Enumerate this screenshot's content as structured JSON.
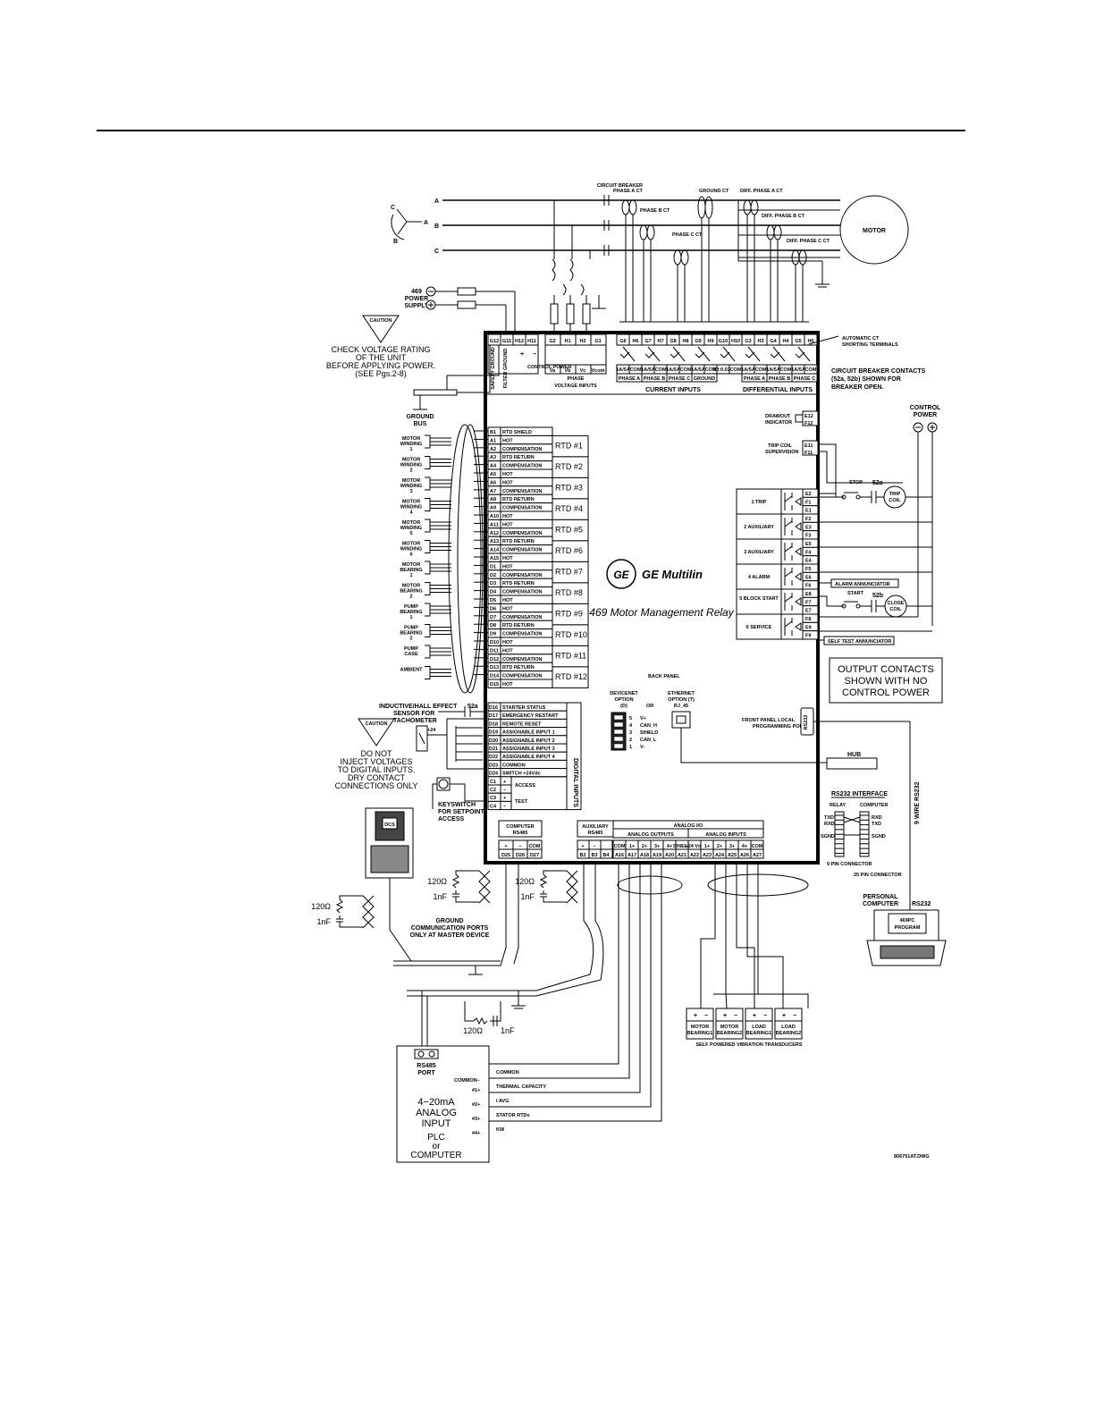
{
  "header": {},
  "phases": [
    "A",
    "B",
    "C"
  ],
  "top_labels": {
    "circuit_breaker": "CIRCUIT BREAKER",
    "phase_a_ct": "PHASE A CT",
    "phase_b_ct": "PHASE B CT",
    "phase_c_ct": "PHASE C CT",
    "ground_ct": "GROUND CT",
    "diff_a": "DIFF. PHASE A CT",
    "diff_b": "DIFF. PHASE B CT",
    "diff_c": "DIFF. PHASE C CT",
    "motor": "MOTOR"
  },
  "power": {
    "label_469": "469",
    "label_power": "POWER",
    "label_supply": "SUPPLY",
    "caution": "CAUTION",
    "warning": [
      "CHECK VOLTAGE RATING",
      "OF THE UNIT",
      "BEFORE APPLYING POWER.",
      "(SEE Pgs.2-8)"
    ],
    "ground_bus": [
      "GROUND",
      "BUS"
    ]
  },
  "auto_ct": [
    "AUTOMATIC CT",
    "SHORTING TERMINALS"
  ],
  "breaker_note": [
    "CIRCUIT BREAKER CONTACTS",
    "(52a, 52b) SHOWN FOR",
    "BREAKER OPEN."
  ],
  "top_terminals": {
    "left": [
      "G12",
      "G11",
      "H12",
      "H11"
    ],
    "left_sub": [
      "SAFETY GROUND",
      "FILTER GROUND",
      "CONTROL POWER"
    ],
    "phase_volt": [
      "G2",
      "H1",
      "H2",
      "G1"
    ],
    "phase_volt_sub": [
      "Va",
      "Vb",
      "Vc",
      "Vcom"
    ],
    "phase_volt_title": [
      "PHASE",
      "VOLTAGE INPUTS"
    ],
    "current": [
      "G6",
      "H6",
      "G7",
      "H7",
      "G8",
      "H8",
      "G9",
      "H9",
      "G10",
      "H10"
    ],
    "current_sub": [
      "1A/5A",
      "COM",
      "1A/5A",
      "COM",
      "1A/5A",
      "COM",
      "1A/5A",
      "COM",
      "50:0.025",
      "COM"
    ],
    "current_groups": [
      "PHASE A",
      "PHASE B",
      "PHASE C",
      "GROUND"
    ],
    "current_title": "CURRENT INPUTS",
    "diff": [
      "G3",
      "H3",
      "G4",
      "H4",
      "G5",
      "H5"
    ],
    "diff_sub": [
      "1A/5A",
      "COM",
      "1A/5A",
      "COM",
      "1A/5A",
      "COM"
    ],
    "diff_groups": [
      "PHASE A",
      "PHASE B",
      "PHASE C"
    ],
    "diff_title": "DIFFERENTIAL INPUTS"
  },
  "rtd_rows": [
    {
      "term": "B1",
      "desc": "RTD SHIELD"
    },
    {
      "term": "A1",
      "desc": "HOT"
    },
    {
      "term": "A2",
      "desc": "COMPENSATION"
    },
    {
      "term": "A3",
      "desc": "RTD RETURN"
    },
    {
      "term": "A4",
      "desc": "COMPENSATION"
    },
    {
      "term": "A5",
      "desc": "HOT"
    },
    {
      "term": "A6",
      "desc": "HOT"
    },
    {
      "term": "A7",
      "desc": "COMPENSATION"
    },
    {
      "term": "A8",
      "desc": "RTD RETURN"
    },
    {
      "term": "A9",
      "desc": "COMPENSATION"
    },
    {
      "term": "A10",
      "desc": "HOT"
    },
    {
      "term": "A11",
      "desc": "HOT"
    },
    {
      "term": "A12",
      "desc": "COMPENSATION"
    },
    {
      "term": "A13",
      "desc": "RTD RETURN"
    },
    {
      "term": "A14",
      "desc": "COMPENSATION"
    },
    {
      "term": "A15",
      "desc": "HOT"
    },
    {
      "term": "D1",
      "desc": "HOT"
    },
    {
      "term": "D2",
      "desc": "COMPENSATION"
    },
    {
      "term": "D3",
      "desc": "RTD RETURN"
    },
    {
      "term": "D4",
      "desc": "COMPENSATION"
    },
    {
      "term": "D5",
      "desc": "HOT"
    },
    {
      "term": "D6",
      "desc": "HOT"
    },
    {
      "term": "D7",
      "desc": "COMPENSATION"
    },
    {
      "term": "D8",
      "desc": "RTD RETURN"
    },
    {
      "term": "D9",
      "desc": "COMPENSATION"
    },
    {
      "term": "D10",
      "desc": "HOT"
    },
    {
      "term": "D11",
      "desc": "HOT"
    },
    {
      "term": "D12",
      "desc": "COMPENSATION"
    },
    {
      "term": "D13",
      "desc": "RTD RETURN"
    },
    {
      "term": "D14",
      "desc": "COMPENSATION"
    },
    {
      "term": "D15",
      "desc": "HOT"
    }
  ],
  "rtd_labels": [
    "RTD #1",
    "RTD #2",
    "RTD #3",
    "RTD #4",
    "RTD #5",
    "RTD #6",
    "RTD #7",
    "RTD #8",
    "RTD #9",
    "RTD #10",
    "RTD #11",
    "RTD #12"
  ],
  "rtd_sensors": [
    [
      "MOTOR",
      "WINDING",
      "1"
    ],
    [
      "MOTOR",
      "WINDING",
      "2"
    ],
    [
      "MOTOR",
      "WINDING",
      "3"
    ],
    [
      "MOTOR",
      "WINDING",
      "4"
    ],
    [
      "MOTOR",
      "WINDING",
      "5"
    ],
    [
      "MOTOR",
      "WINDING",
      "6"
    ],
    [
      "MOTOR",
      "BEARING",
      "1"
    ],
    [
      "MOTOR",
      "BEARING",
      "2"
    ],
    [
      "PUMP",
      "BEARING",
      "1"
    ],
    [
      "PUMP",
      "BEARING",
      "2"
    ],
    [
      "PUMP",
      "CASE",
      ""
    ],
    [
      "AMBIENT",
      "",
      ""
    ]
  ],
  "logo": {
    "brand": "GE Multilin",
    "product": "469 Motor Management Relay",
    "monogram": "GE"
  },
  "relays": [
    {
      "name": "1 TRIP",
      "terms": [
        "E2",
        "F1",
        "E1"
      ]
    },
    {
      "name": "2 AUXILIARY",
      "terms": [
        "F2",
        "E3",
        "F3"
      ]
    },
    {
      "name": "3 AUXILIARY",
      "terms": [
        "E5",
        "F4",
        "E4"
      ]
    },
    {
      "name": "4 ALARM",
      "terms": [
        "F5",
        "E6",
        "F6"
      ]
    },
    {
      "name": "5 BLOCK START",
      "terms": [
        "E8",
        "F7",
        "E7"
      ]
    },
    {
      "name": "6 SERVICE",
      "terms": [
        "F8",
        "E9",
        "F9"
      ]
    }
  ],
  "drawout": {
    "label": [
      "DRAWOUT",
      "INDICATOR"
    ],
    "terms": [
      "E12",
      "F12"
    ]
  },
  "trip_sup": {
    "label": [
      "TRIP COIL",
      "SUPERVISION"
    ],
    "terms": [
      "E11",
      "F11"
    ]
  },
  "control_power": [
    "CONTROL",
    "POWER"
  ],
  "trip_circuit": {
    "stop": "STOP",
    "c52a": "52a",
    "coil": [
      "TRIP",
      "COIL"
    ]
  },
  "close_circuit": {
    "start": "START",
    "c52b": "52b",
    "coil": [
      "CLOSE",
      "COIL"
    ]
  },
  "alarm_ann": "ALARM ANNUNCIATOR",
  "self_test": "SELF TEST ANNUNCIATOR",
  "output_note": [
    "OUTPUT  CONTACTS",
    "SHOWN  WITH  NO",
    "CONTROL  POWER"
  ],
  "back_panel": "BACK PANEL",
  "devicenet": {
    "title": [
      "DEVICENET",
      "OPTION",
      "(D)"
    ],
    "or": "OR",
    "pins": [
      "5",
      "4",
      "3",
      "2",
      "1"
    ],
    "signals": [
      "V+",
      "CAN_H",
      "SHIELD",
      "CAN_L",
      "V-"
    ]
  },
  "ethernet": {
    "title": [
      "ETHERNET",
      "OPTION (T)",
      "RJ_45"
    ]
  },
  "front_panel": [
    "FRONT PANEL LOCAL",
    "PROGRAMMING PORT"
  ],
  "rs232": "RS232",
  "hub": "HUB",
  "digital_rows": [
    {
      "term": "D16",
      "desc": "STARTER STATUS"
    },
    {
      "term": "D17",
      "desc": "EMERGENCY RESTART"
    },
    {
      "term": "D18",
      "desc": "REMOTE RESET"
    },
    {
      "term": "D19",
      "desc": "ASSIGNABLE INPUT 1"
    },
    {
      "term": "D20",
      "desc": "ASSIGNABLE INPUT 2"
    },
    {
      "term": "D21",
      "desc": "ASSIGNABLE INPUT 3"
    },
    {
      "term": "D22",
      "desc": "ASSIGNABLE INPUT 4"
    },
    {
      "term": "D23",
      "desc": "COMMON"
    },
    {
      "term": "D24",
      "desc": "SWITCH +24Vdc"
    }
  ],
  "access_rows": [
    {
      "term": "C1",
      "sign": "+",
      "desc": "ACCESS"
    },
    {
      "term": "C2",
      "sign": "−",
      "desc": ""
    },
    {
      "term": "C3",
      "sign": "+",
      "desc": "TEST"
    },
    {
      "term": "C4",
      "sign": "−",
      "desc": ""
    }
  ],
  "digital_title": "DIGITAL INPUTS",
  "tach": {
    "label": [
      "INDUCTIVE/HALL EFFECT",
      "SENSOR FOR",
      "TACHOMETER"
    ],
    "c52a": "52a",
    "v24": "+24"
  },
  "digital_warning": {
    "caution": "CAUTION",
    "text": [
      "DO NOT",
      "INJECT VOLTAGES",
      "TO DIGITAL INPUTS.",
      "DRY CONTACT",
      "CONNECTIONS ONLY"
    ]
  },
  "keyswitch": [
    "KEYSWITCH",
    "FOR SETPOINT",
    "ACCESS"
  ],
  "computer_rs485": {
    "title": [
      "COMPUTER",
      "RS485"
    ],
    "signs": [
      "+",
      "−",
      "COM"
    ],
    "terms": [
      "D25",
      "D26",
      "D27"
    ]
  },
  "aux_rs485": {
    "title": [
      "AUXILIARY",
      "RS485"
    ],
    "signs": [
      "+",
      "−"
    ],
    "terms": [
      "B2",
      "B3",
      "B4"
    ]
  },
  "analog_io": {
    "title": "ANALOG I/O",
    "outputs_title": "ANALOG OUTPUTS",
    "inputs_title": "ANALOG INPUTS",
    "signs": [
      "COM",
      "COM",
      "1+",
      "2+",
      "3+",
      "4+",
      "SHIELD",
      "+24 Vdc",
      "1+",
      "2+",
      "3+",
      "4+",
      "COM"
    ],
    "terms": [
      "A16",
      "A17",
      "A18",
      "A19",
      "A20",
      "A21",
      "A22",
      "A23",
      "A24",
      "A25",
      "A26",
      "A27"
    ]
  },
  "dcs": "DCS",
  "rc": {
    "r": "120Ω",
    "c": "1nF"
  },
  "ground_ports": [
    "GROUND",
    "COMMUNICATION PORTS",
    "ONLY AT MASTER DEVICE"
  ],
  "rs232_interface": {
    "title": "RS232  INTERFACE",
    "relay": "RELAY",
    "computer": "COMPUTER",
    "left": [
      "TXD",
      "RXD",
      "SGND"
    ],
    "right": [
      "RXD",
      "TXD",
      "SGND"
    ],
    "pin9": "9 PIN CONNECTOR",
    "pin25": "25 PIN CONNECTOR",
    "wire": "9  WIRE  RS232"
  },
  "pc": {
    "label": [
      "PERSONAL",
      "COMPUTER"
    ],
    "rs232": "RS232",
    "screen": [
      "469PC",
      "PROGRAM"
    ]
  },
  "transducers": {
    "items": [
      [
        "MOTOR",
        "BEARING1"
      ],
      [
        "MOTOR",
        "BEARING2"
      ],
      [
        "LOAD",
        "BEARING1"
      ],
      [
        "LOAD",
        "BEARING2"
      ]
    ],
    "title": "SELF POWERED VIBRATION TRANSDUCERS"
  },
  "plc": {
    "port": [
      "RS485",
      "PORT"
    ],
    "common": "COMMON−",
    "inputs": [
      "#1+",
      "#2+",
      "#3+",
      "#4+"
    ],
    "title": [
      "4−20mA",
      "ANALOG",
      "INPUT"
    ],
    "sub": [
      "PLC",
      "or",
      "COMPUTER"
    ]
  },
  "analog_signals": [
    "COMMON",
    "THERMAL  CAPACITY",
    "I  AVG",
    "STATOR  RTDs",
    "KW"
  ],
  "drawing_no": "806751AT.DWG"
}
